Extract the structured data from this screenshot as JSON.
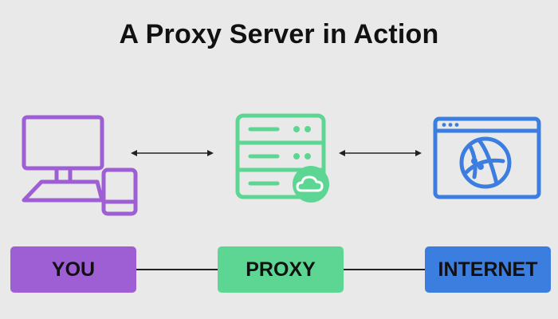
{
  "title": "A Proxy Server in Action",
  "nodes": {
    "you": {
      "label": "YOU",
      "color": "#9f5fd4",
      "icon": "computer-and-phone-icon"
    },
    "proxy": {
      "label": "PROXY",
      "color": "#5ed693",
      "icon": "server-with-cloud-icon"
    },
    "internet": {
      "label": "INTERNET",
      "color": "#3c7ee0",
      "icon": "browser-globe-icon"
    }
  },
  "edges": [
    {
      "from": "you",
      "to": "proxy",
      "direction": "bidirectional"
    },
    {
      "from": "proxy",
      "to": "internet",
      "direction": "bidirectional"
    }
  ],
  "colors": {
    "background": "#e9e9e9",
    "text": "#111111",
    "line": "#222222"
  }
}
